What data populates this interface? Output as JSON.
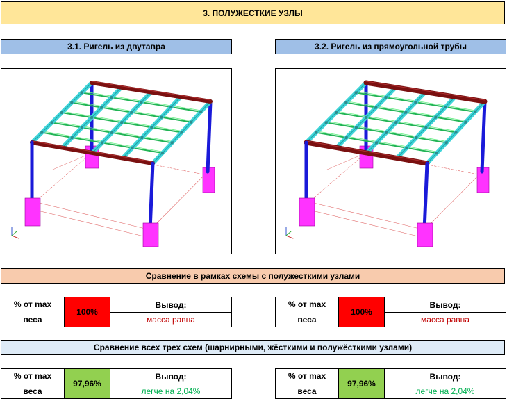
{
  "header": {
    "title": "3. ПОЛУЖЕСТКИЕ УЗЛЫ"
  },
  "subsections": [
    {
      "title": "3.1. Ригель из двутавра"
    },
    {
      "title": "3.2. Ригель из прямоугольной трубы"
    }
  ],
  "section1": {
    "title": "Сравнение в рамках схемы с полужесткими узлами",
    "panels": [
      {
        "label_line1": "% от max",
        "label_line2": "веса",
        "percent": "100%",
        "result_label": "Вывод:",
        "result_text": "масса равна"
      },
      {
        "label_line1": "% от max",
        "label_line2": "веса",
        "percent": "100%",
        "result_label": "Вывод:",
        "result_text": "масса равна"
      }
    ]
  },
  "section2": {
    "title": "Сравнение всех трех схем (шарнирными, жёсткими и полужёсткими узлами)",
    "panels": [
      {
        "label_line1": "% от max",
        "label_line2": "веса",
        "percent": "97,96%",
        "result_label": "Вывод:",
        "result_text": "легче на 2,04%"
      },
      {
        "label_line1": "% от max",
        "label_line2": "веса",
        "percent": "97,96%",
        "result_label": "Вывод:",
        "result_text": "легче на 2,04%"
      }
    ]
  },
  "colors": {
    "title_bg": "#ffe699",
    "subsection_bg": "#9fbfe7",
    "section1_bg": "#f8cbad",
    "section2_bg": "#deebf7",
    "percent_red": "#ff0000",
    "percent_green": "#92d050",
    "result_red": "#c00000",
    "result_green": "#00b050"
  }
}
